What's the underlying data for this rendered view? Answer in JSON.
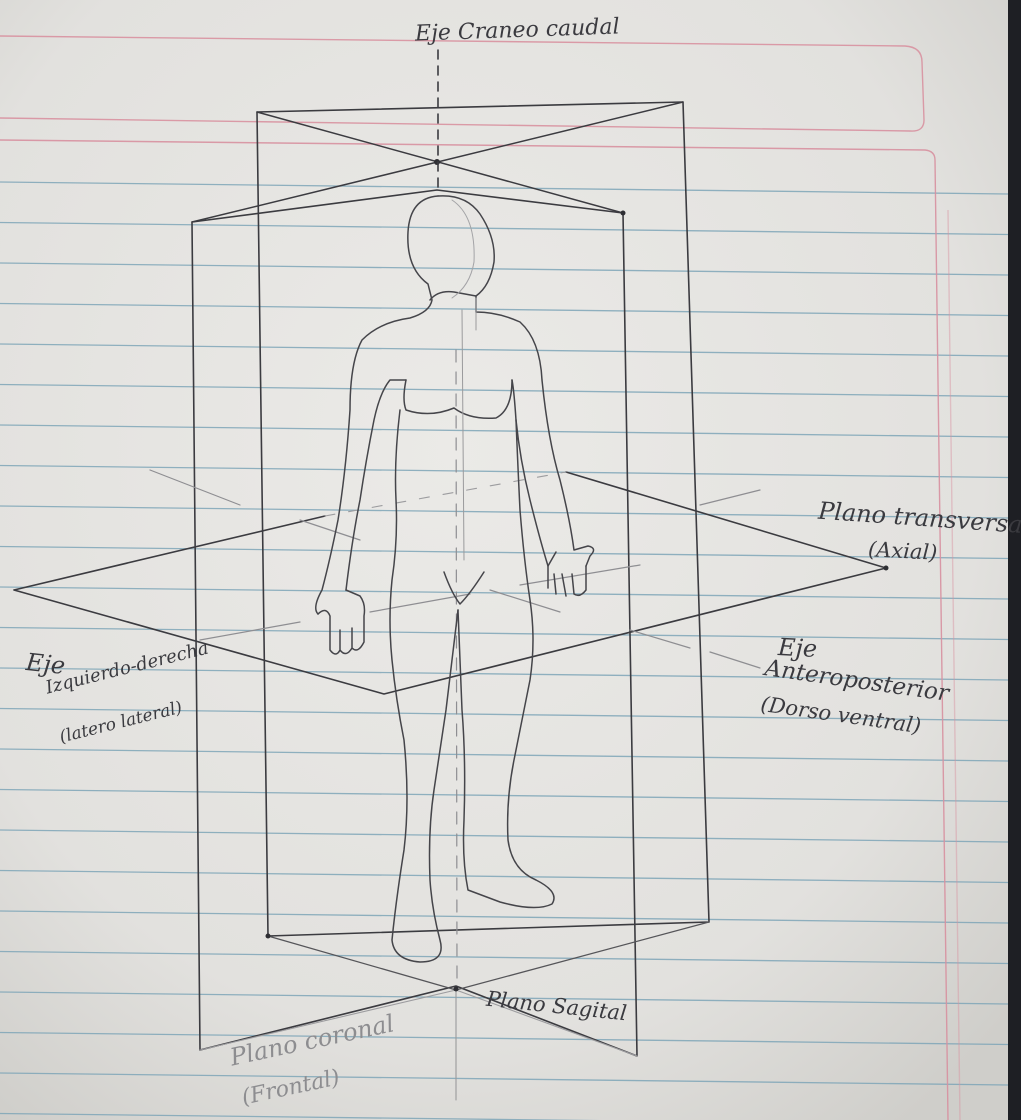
{
  "labels": {
    "craniocaudal_axis": "Eje Craneo caudal",
    "transverse_plane": "Plano transversal",
    "transverse_alt": "(Axial)",
    "ap_axis_title": "Eje",
    "ap_axis_name": "Anteroposterior",
    "ap_axis_alt": "(Dorso ventral)",
    "lr_axis_title": "Eje",
    "lr_axis_name": "Izquierdo-derecha",
    "lr_axis_alt": "(latero lateral)",
    "sagittal_plane": "Plano Sagital",
    "coronal_plane": "Plano coronal",
    "coronal_alt": "(Frontal)"
  },
  "colors": {
    "paper": "#e6e5e2",
    "rule_line": "#7fa6b8",
    "margin_line": "#d58c9a",
    "pencil_dark": "#35353a",
    "pencil_light": "#9a9a9c"
  }
}
